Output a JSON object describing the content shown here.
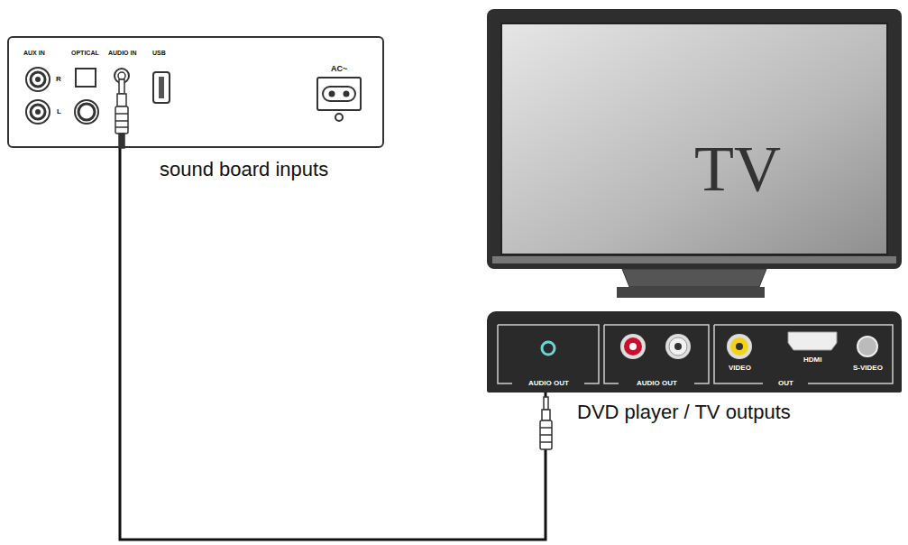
{
  "diagram": {
    "nodes": [
      {
        "text": [
          "sound board inputs"
        ]
      },
      {
        "text": [
          "TV"
        ]
      },
      {
        "text": [
          "DVD player / TV outputs"
        ]
      }
    ],
    "edges": [
      {
        "from": 0,
        "to": 2,
        "arrow": "none"
      }
    ],
    "labels": [
      "AUX IN",
      "OPTICAL",
      "AUDIO IN",
      "USB",
      "R",
      "L",
      "AC~",
      "AUDIO OUT",
      "AUDIO OUT",
      "VIDEO",
      "HDMI",
      "OUT",
      "S-VIDEO"
    ]
  }
}
